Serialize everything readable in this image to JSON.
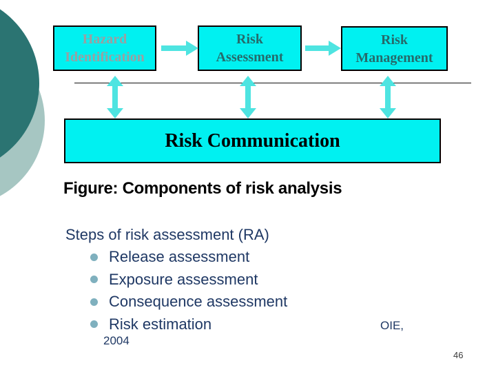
{
  "slide": {
    "figure_title": "Figure: Components of risk analysis",
    "page_number": "46",
    "citation_source": "OIE,",
    "citation_year": "2004"
  },
  "diagram": {
    "boxes": [
      {
        "line1": "Hazard",
        "line2": "Identification"
      },
      {
        "line1": "Risk",
        "line2": "Assessment"
      },
      {
        "line1": "Risk",
        "line2": "Management"
      }
    ],
    "communication_box_label": "Risk Communication",
    "arrow_icons": [
      "right-arrow",
      "right-arrow",
      "double-vertical-arrow",
      "double-vertical-arrow",
      "double-vertical-arrow"
    ]
  },
  "list": {
    "heading": "Steps of risk assessment (RA)",
    "items": [
      "Release assessment",
      "Exposure assessment",
      "Consequence assessment",
      "Risk estimation"
    ]
  },
  "colors": {
    "box_fill": "#00f1f1",
    "arrow": "#4ee4e1",
    "body_text": "#1f3864",
    "bullet": "#7fb0be",
    "hazard_label": "#9aa0a1",
    "teal_label": "#256b6b",
    "circle_dark": "#2b7472",
    "circle_light": "#a6c6c2"
  }
}
